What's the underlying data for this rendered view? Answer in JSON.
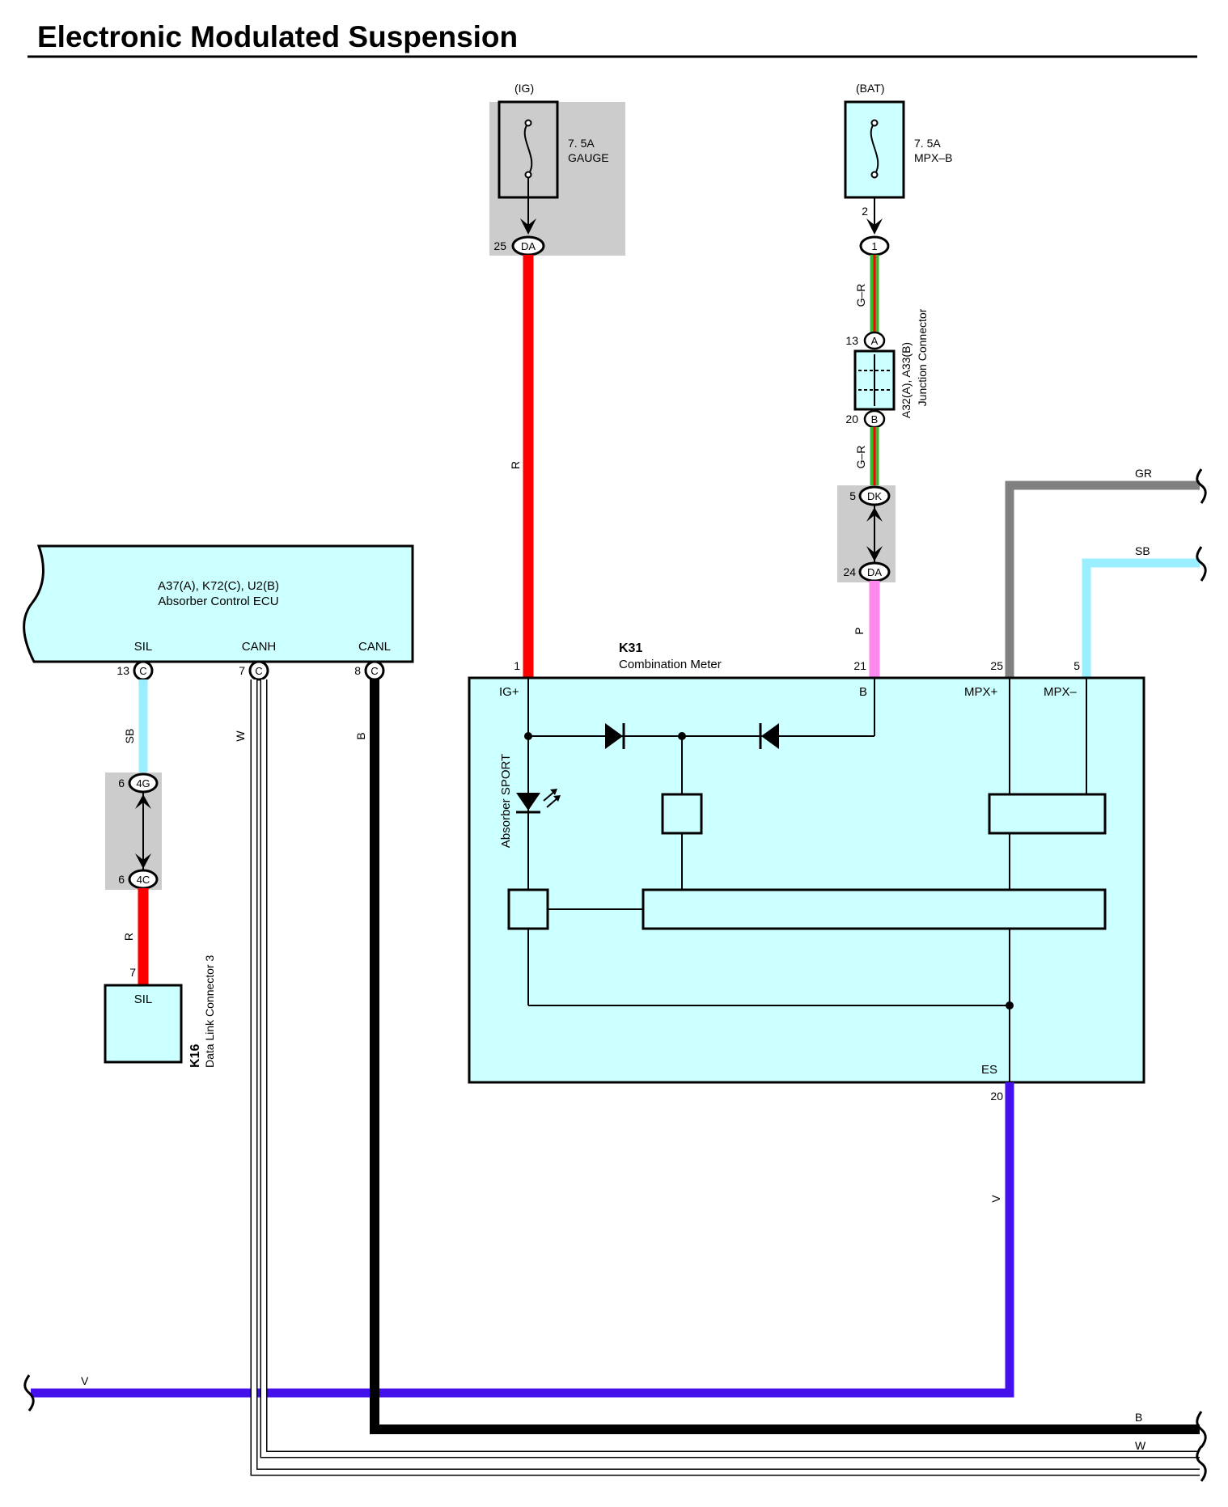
{
  "title": "Electronic Modulated Suspension",
  "colors": {
    "component_fill": "#ccffff",
    "shade": "#cccccc",
    "wire_R": "#ff0000",
    "wire_SB": "#99eeff",
    "wire_GR": "#808080",
    "wire_P": "#ff88ee",
    "wire_V": "#4411ee",
    "wire_B": "#000000",
    "wire_W": "#ffffff",
    "wire_G": "#33bb33"
  },
  "fuses": {
    "ig": {
      "source": "(IG)",
      "rating": "7. 5A",
      "name": "GAUGE",
      "pin": "25",
      "connector": "DA"
    },
    "bat": {
      "source": "(BAT)",
      "rating": "7. 5A",
      "name": "MPX–B",
      "pin": "2",
      "connector": "1"
    }
  },
  "junction": {
    "title": "A32(A), A33(B)",
    "name": "Junction Connector",
    "pin_top": "13",
    "conn_top": "A",
    "pin_bottom": "20",
    "conn_bottom": "B"
  },
  "dk_link": {
    "pin_top": "5",
    "conn_top": "DK",
    "pin_bottom": "24",
    "conn_bottom": "DA"
  },
  "ecu": {
    "title": "A37(A), K72(C), U2(B)",
    "name": "Absorber Control ECU",
    "terminals": [
      {
        "label": "SIL",
        "pin": "13",
        "conn": "C"
      },
      {
        "label": "CANH",
        "pin": "7",
        "conn": "C"
      },
      {
        "label": "CANL",
        "pin": "8",
        "conn": "C"
      }
    ]
  },
  "meter": {
    "code": "K31",
    "name": "Combination Meter",
    "terminals": {
      "igp": {
        "label": "IG+",
        "pin": "1"
      },
      "b": {
        "label": "B",
        "pin": "21"
      },
      "mpxp": {
        "label": "MPX+",
        "pin": "25"
      },
      "mpxm": {
        "label": "MPX–",
        "pin": "5"
      },
      "es": {
        "label": "ES",
        "pin": "20"
      }
    },
    "indicator": "Absorber SPORT"
  },
  "link_4g": {
    "pin_top": "6",
    "conn_top": "4G",
    "pin_bottom": "6",
    "conn_bottom": "4C"
  },
  "dlc": {
    "code": "K16",
    "name": "Data Link Connector 3",
    "terminal": "SIL",
    "pin": "7"
  },
  "wire_labels": {
    "ig_red": "R",
    "gr_top": "G–R",
    "gr_mid": "G–R",
    "pink": "P",
    "sb_ecu": "SB",
    "w_ecu": "W",
    "b_ecu": "B",
    "r_dlc": "R",
    "v_es": "V",
    "right_gr": "GR",
    "right_sb": "SB",
    "bottom_v": "V",
    "bottom_b": "B",
    "bottom_w": "W"
  }
}
